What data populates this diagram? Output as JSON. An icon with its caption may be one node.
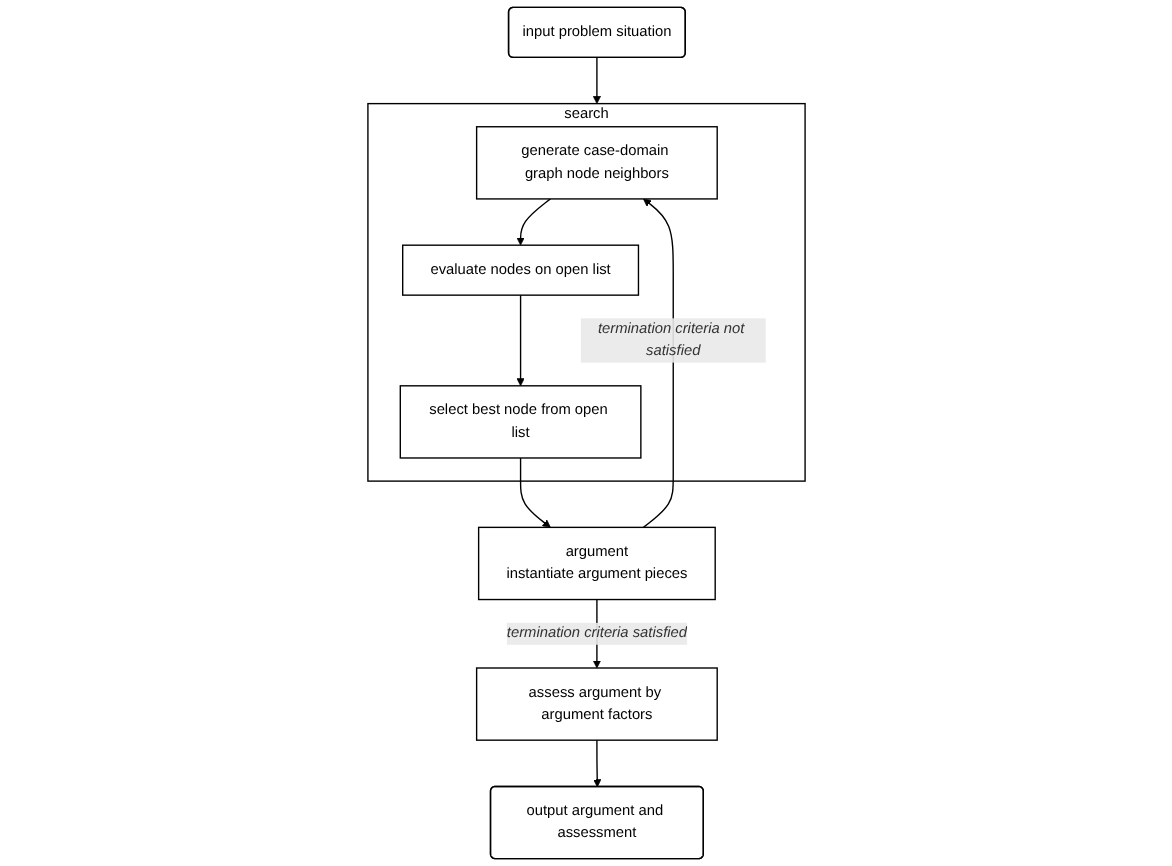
{
  "diagram": {
    "nodes": [
      {
        "text": [
          "input problem situation"
        ]
      },
      {
        "text": [
          "search"
        ]
      },
      {
        "text": [
          "generate case-domain graph node neighbors"
        ],
        "in": 1
      },
      {
        "text": [
          "evaluate nodes on open list"
        ],
        "in": 1
      },
      {
        "text": [
          "select best node from open list"
        ],
        "in": 1
      },
      {
        "text": [
          "argument",
          "instantiate argument pieces"
        ]
      },
      {
        "text": [
          "assess argument by argument factors"
        ]
      },
      {
        "text": [
          "output argument and assessment"
        ]
      }
    ],
    "edges": [
      {
        "from": 0,
        "to": 1,
        "arrow": "to"
      },
      {
        "from": 2,
        "to": 3,
        "arrow": "to"
      },
      {
        "from": 3,
        "to": 4,
        "arrow": "to"
      },
      {
        "from": 4,
        "to": 5,
        "arrow": "to"
      },
      {
        "from": 5,
        "to": 2,
        "arrow": "to",
        "label": "termination criteria not satisfied"
      },
      {
        "from": 5,
        "to": 6,
        "arrow": "to",
        "label": "termination criteria satisfied"
      },
      {
        "from": 6,
        "to": 7,
        "arrow": "to"
      }
    ]
  }
}
